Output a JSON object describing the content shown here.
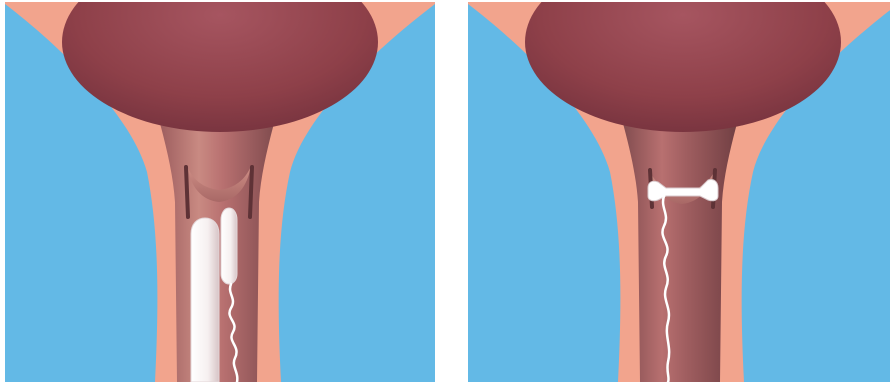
{
  "colors": {
    "background": "#63b9e6",
    "tissue": "#f2a48d",
    "canal_dark": "#7e4a4d",
    "canal_mid": "#c97a72",
    "uterus": "#9a4650",
    "uterus_highlight": "#c06670",
    "tampon": "#ffffff",
    "tampon_shade": "#d9c9cc"
  },
  "panels": [
    {
      "id": "left",
      "content": "tampon-inserted-with-applicator"
    },
    {
      "id": "right",
      "content": "tampon-positioned-string-hanging"
    }
  ]
}
